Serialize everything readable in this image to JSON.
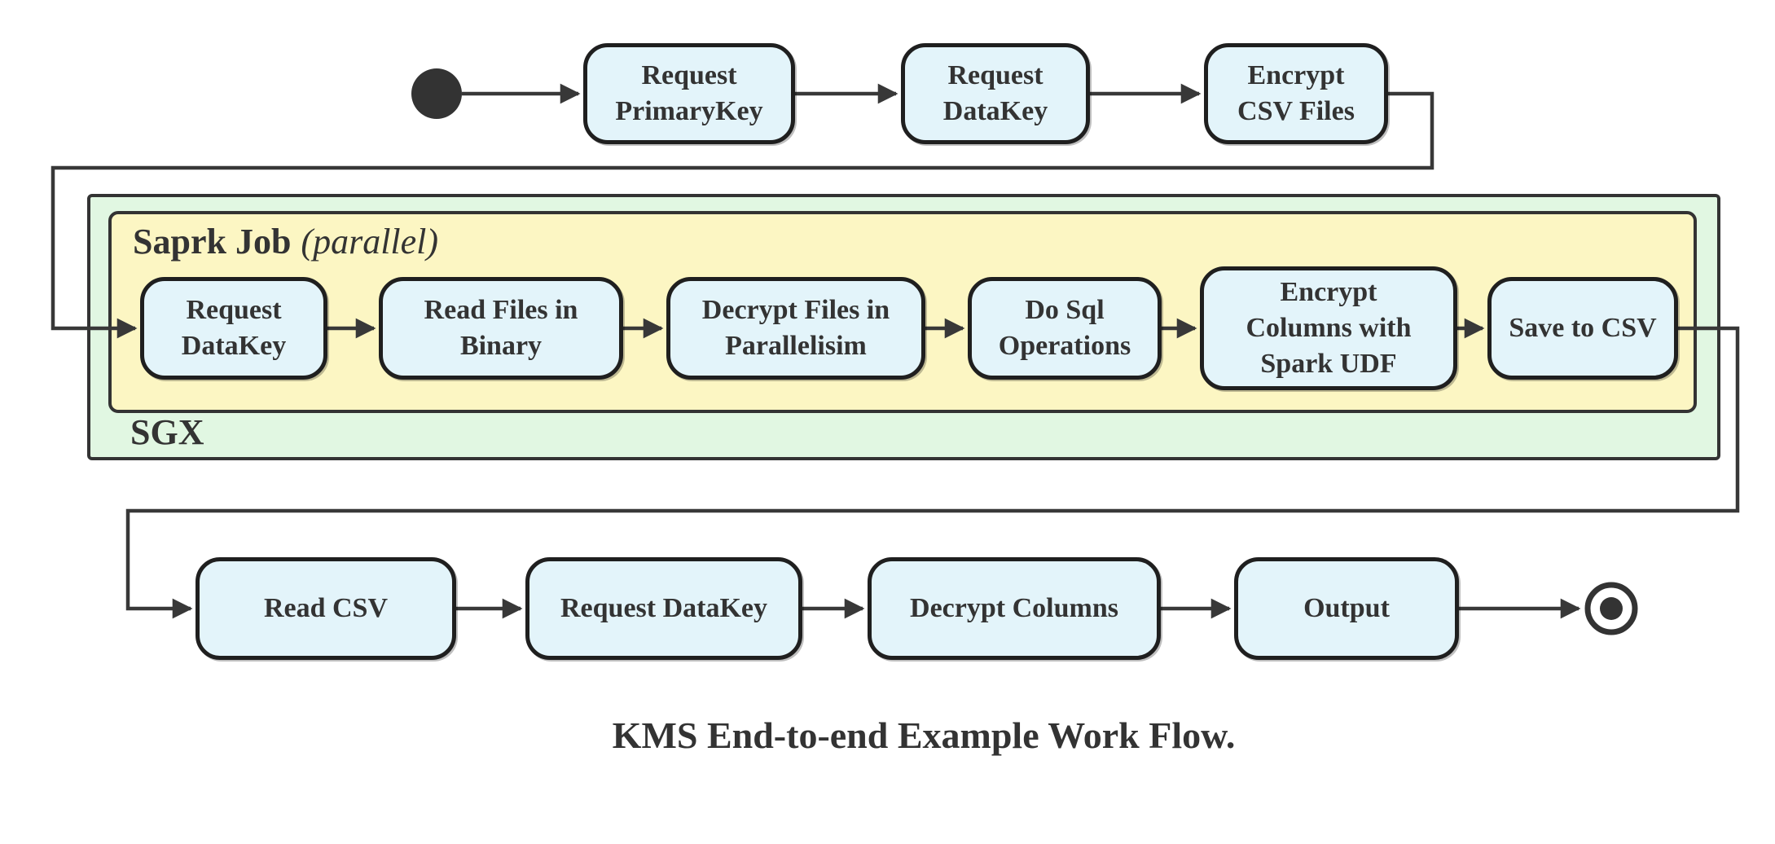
{
  "diagram": {
    "caption": "KMS End-to-end Example Work Flow.",
    "colors": {
      "node_fill": "#e3f4fa",
      "node_border": "#1f1f1f",
      "edge_line": "#383838",
      "sgx_fill": "#e1f7e2",
      "spark_job_fill": "#fcf6c3",
      "text": "#333333",
      "background": "#ffffff"
    },
    "top_row": [
      {
        "label": "Request\nPrimaryKey"
      },
      {
        "label": "Request\nDataKey"
      },
      {
        "label": "Encrypt\nCSV Files"
      }
    ],
    "sgx": {
      "label": "SGX",
      "spark_job": {
        "label": "Saprk Job",
        "qualifier": "(parallel)"
      },
      "nodes": [
        {
          "label": "Request\nDataKey"
        },
        {
          "label": "Read Files in\nBinary"
        },
        {
          "label": "Decrypt Files in\nParallelisim"
        },
        {
          "label": "Do Sql\nOperations"
        },
        {
          "label": "Encrypt\nColumns with\nSpark UDF"
        },
        {
          "label": "Save to CSV"
        }
      ]
    },
    "bottom_row": [
      {
        "label": "Read CSV"
      },
      {
        "label": "Request DataKey"
      },
      {
        "label": "Decrypt Columns"
      },
      {
        "label": "Output"
      }
    ],
    "terminals": {
      "start": "start-state",
      "end": "end-state"
    }
  }
}
